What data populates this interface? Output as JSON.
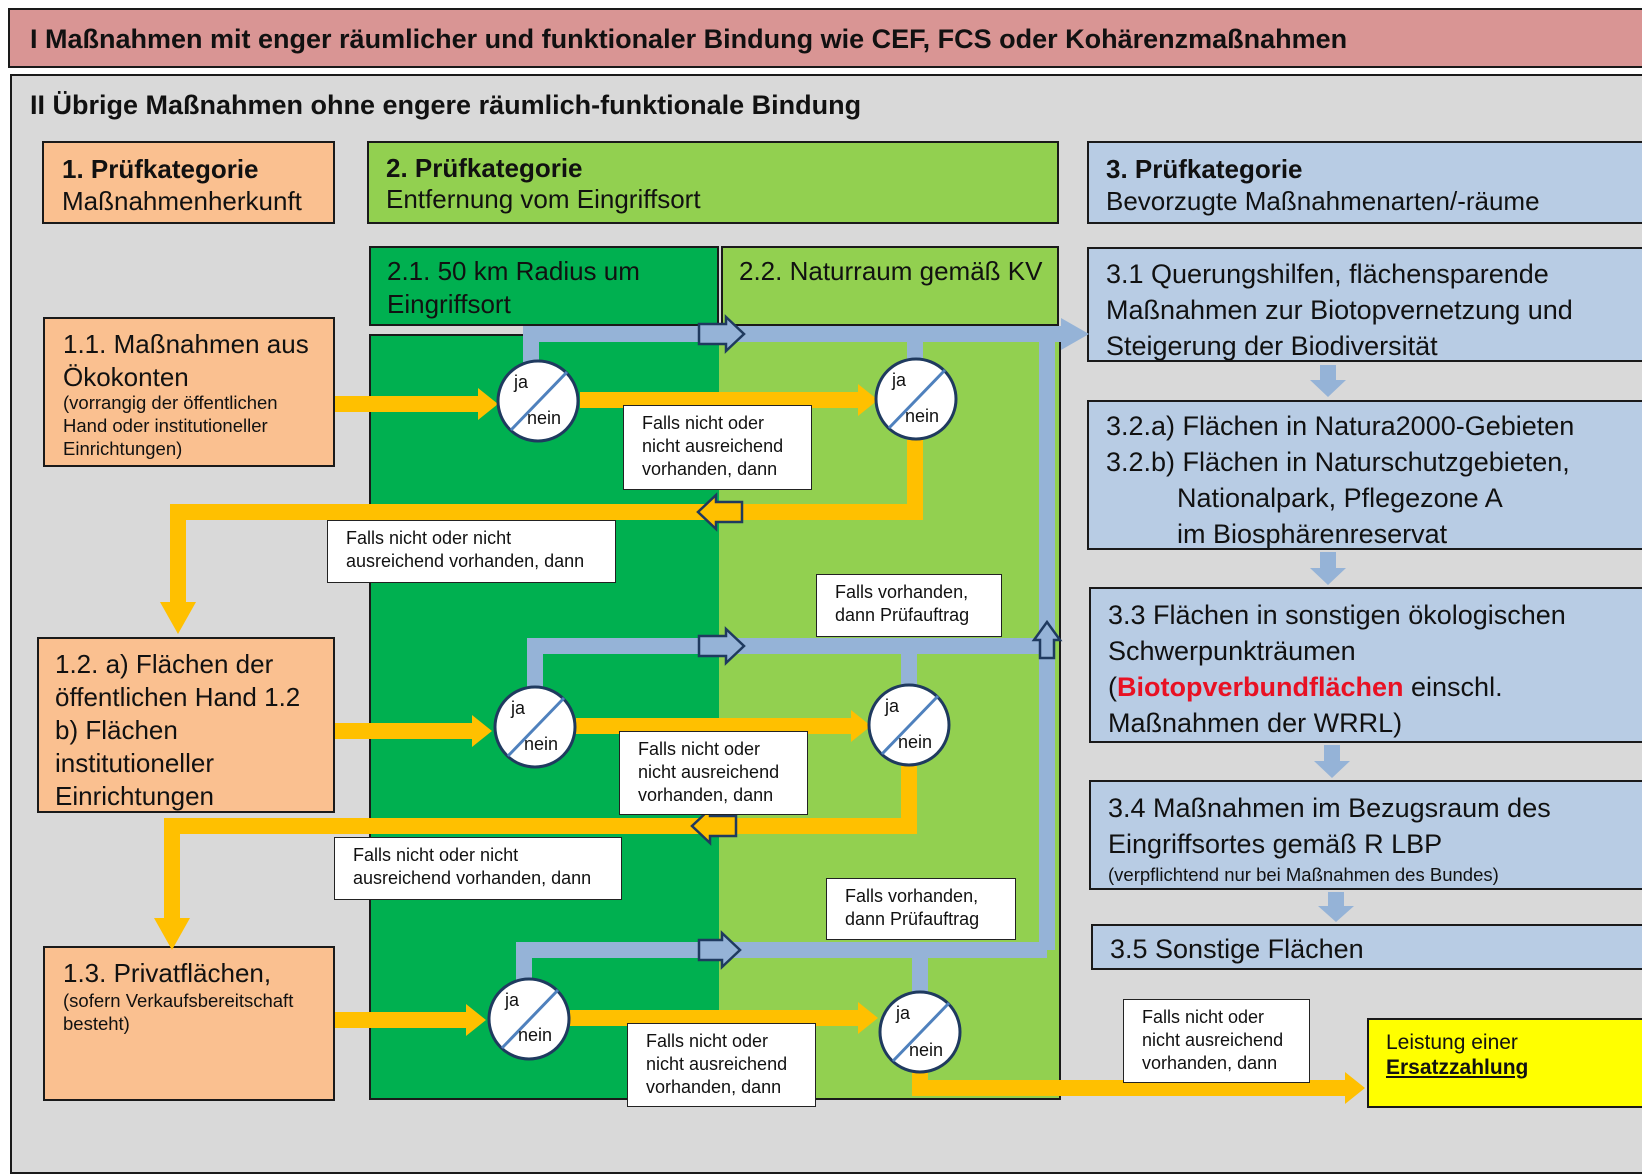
{
  "sections": {
    "section1_title": "I Maßnahmen mit enger räumlicher und funktionaler Bindung wie CEF, FCS oder Kohärenzmaßnahmen",
    "section2_title": "II Übrige Maßnahmen ohne engere räumlich-funktionale Bindung"
  },
  "categories": {
    "cat1": {
      "title": "1. Prüfkategorie",
      "subtitle": "Maßnahmenherkunft"
    },
    "cat2": {
      "title": "2. Prüfkategorie",
      "subtitle": "Entfernung vom Eingriffsort"
    },
    "cat3": {
      "title": "3. Prüfkategorie",
      "subtitle": "Bevorzugte Maßnahmenarten/-räume"
    }
  },
  "sub2": {
    "s21": "2.1. 50 km Radius um Eingriffsort",
    "s22": "2.2. Naturraum gemäß KV"
  },
  "origin": {
    "o11_main": "1.1. Maßnahmen aus Ökokonten",
    "o11_note": "(vorrangig der öffentlichen Hand oder institutioneller Einrichtungen)",
    "o12_main": "1.2. a) Flächen der öffentlichen Hand 1.2 b) Flächen institutioneller Einrichtungen",
    "o13_main": "1.3. Privatflächen,",
    "o13_note": "(sofern Verkaufsbereitschaft besteht)"
  },
  "types": {
    "t31": "3.1 Querungshilfen, flächensparende Maßnahmen zur Biotopvernetzung und Steigerung der Biodiversität",
    "t32a": "3.2.a) Flächen in Natura2000-Gebieten",
    "t32b": "3.2.b) Flächen in Naturschutzgebieten,",
    "t32b_2": "Nationalpark, Pflegezone A",
    "t32b_3": "im Biosphärenreservat",
    "t33_pre": "3.3 Flächen in sonstigen ökologischen Schwerpunkträumen (",
    "t33_red": "Biotopverbundflächen",
    "t33_post": " einschl. Maßnahmen der WRRL)",
    "t34_main": "3.4 Maßnahmen im Bezugsraum des Eingriffsortes gemäß R LBP",
    "t34_note": "(verpflichtend nur bei Maßnahmen des Bundes)",
    "t35": "3.5 Sonstige Flächen"
  },
  "decision": {
    "yes": "ja",
    "no": "nein"
  },
  "notes": {
    "not_inner": "Falls nicht oder nicht ausreichend vorhanden, dann",
    "not_outer": "Falls nicht oder nicht ausreichend vorhanden, dann",
    "available": "Falls vorhanden, dann Prüfauftrag"
  },
  "result": {
    "line1": "Leistung einer",
    "line2": "Ersatzzahlung"
  },
  "colors": {
    "header_red": "#d99594",
    "origin_orange": "#fac090",
    "zone_dark_green": "#00b050",
    "zone_light_green": "#92d050",
    "type_blue": "#b8cce4",
    "flow_blue": "#95b3d7",
    "flow_yellow": "#ffc000",
    "result_yellow": "#ffff00",
    "highlight_red": "#e81123"
  }
}
